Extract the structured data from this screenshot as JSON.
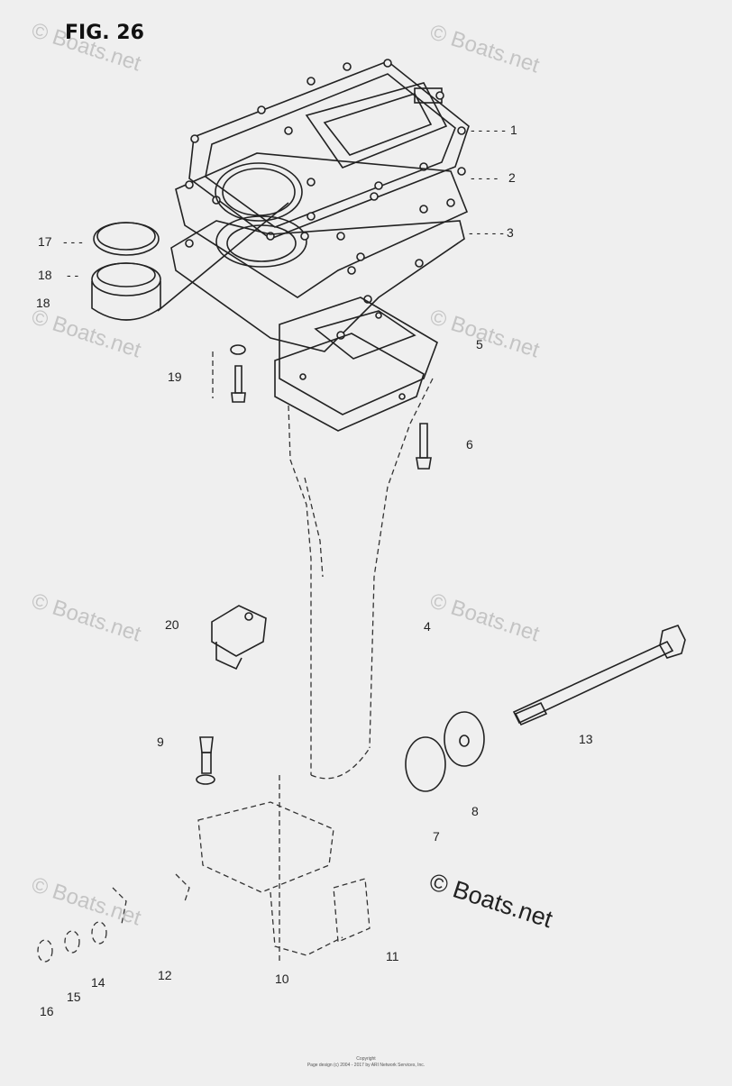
{
  "figure": {
    "title": "FIG. 26",
    "callouts": [
      {
        "id": "c1",
        "label": "1"
      },
      {
        "id": "c2",
        "label": "2"
      },
      {
        "id": "c3",
        "label": "3"
      },
      {
        "id": "c4",
        "label": "4"
      },
      {
        "id": "c5",
        "label": "5"
      },
      {
        "id": "c6",
        "label": "6"
      },
      {
        "id": "c7",
        "label": "7"
      },
      {
        "id": "c8",
        "label": "8"
      },
      {
        "id": "c9",
        "label": "9"
      },
      {
        "id": "c10",
        "label": "10"
      },
      {
        "id": "c11",
        "label": "11"
      },
      {
        "id": "c12",
        "label": "12"
      },
      {
        "id": "c13",
        "label": "13"
      },
      {
        "id": "c14",
        "label": "14"
      },
      {
        "id": "c15",
        "label": "15"
      },
      {
        "id": "c16",
        "label": "16"
      },
      {
        "id": "c17",
        "label": "17"
      },
      {
        "id": "c18a",
        "label": "18"
      },
      {
        "id": "c18b",
        "label": "18"
      },
      {
        "id": "c19",
        "label": "19"
      },
      {
        "id": "c20",
        "label": "20"
      }
    ]
  },
  "watermark": {
    "text": "© Boats.net",
    "main_text": "© Boats.net"
  },
  "footer": {
    "line1": "Copyright",
    "line2": "Page design (c) 2004 - 2017 by ARI Network Services, Inc."
  },
  "colors": {
    "background": "#efefef",
    "line": "#222222",
    "watermark": "#c4c4c4"
  }
}
